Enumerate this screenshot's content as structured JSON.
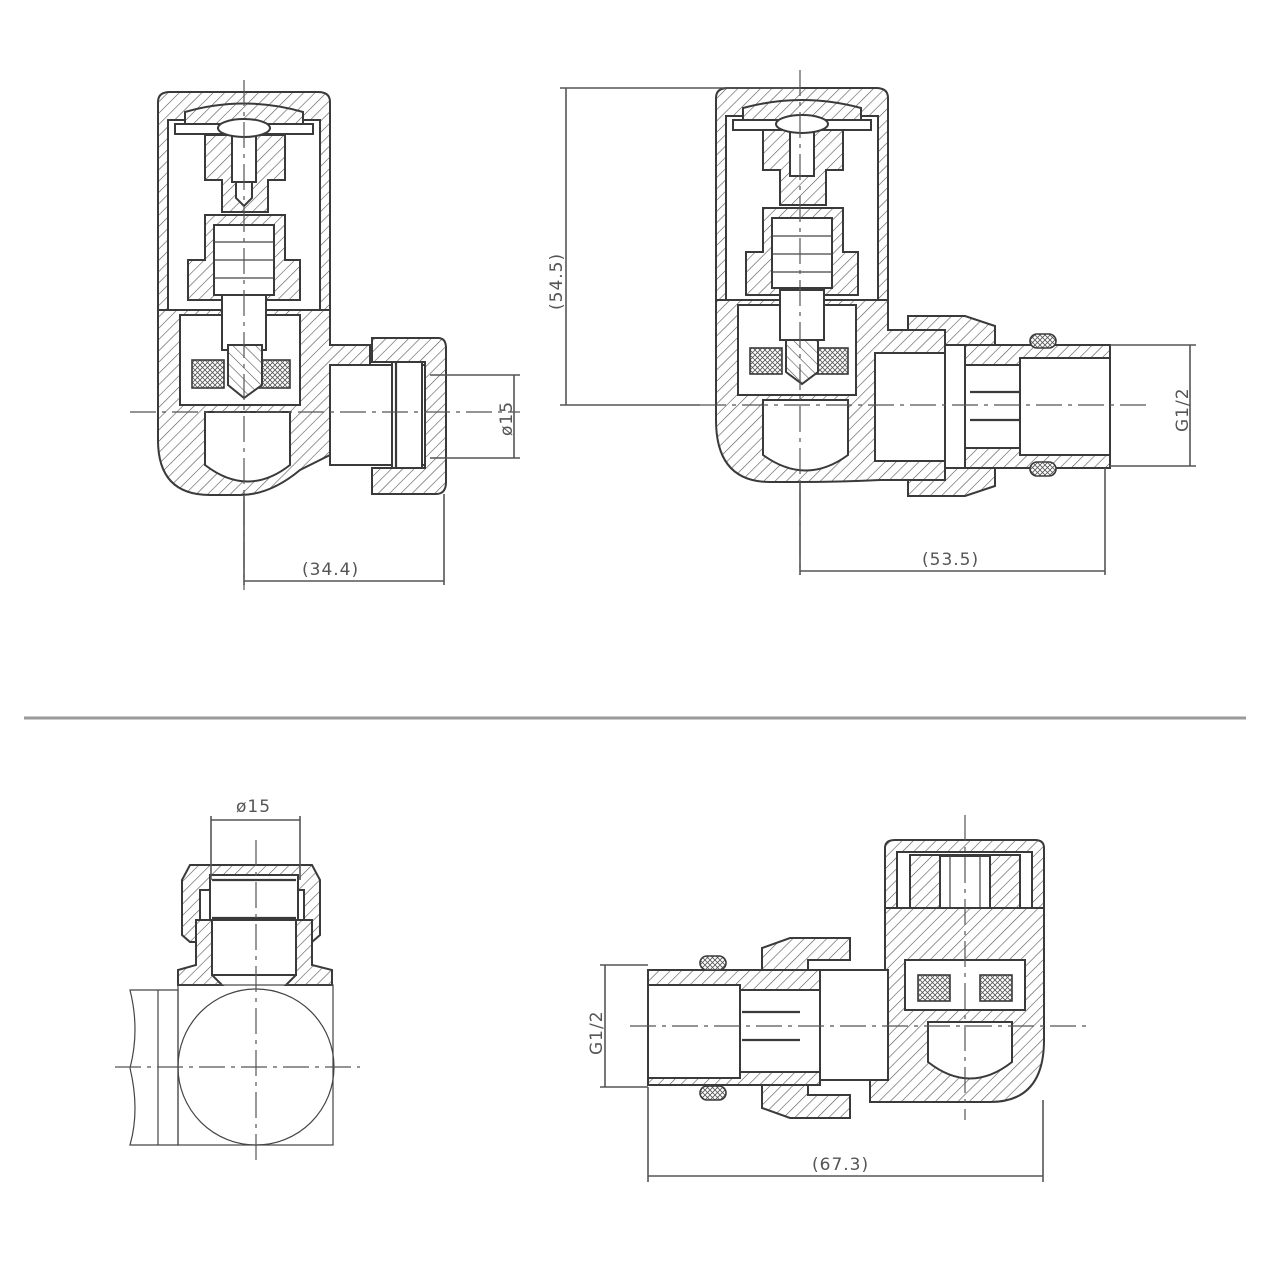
{
  "title": "Angled radiator valve technical drawing",
  "colors": {
    "line": "#3a3a3a",
    "dimension": "#555555",
    "separator": "#9a9a9a",
    "background": "#ffffff"
  },
  "views": [
    {
      "id": "top-left",
      "description": "Lockshield valve section, compression outlet",
      "dimensions": {
        "outlet_diameter": "ø15",
        "horizontal": "(34.4)"
      }
    },
    {
      "id": "top-right",
      "description": "Valve section with tail connector",
      "dimensions": {
        "height": "(54.5)",
        "thread": "G1/2",
        "horizontal": "(53.5)"
      }
    },
    {
      "id": "bottom-left",
      "description": "Side view of valve body, compression outlet",
      "dimensions": {
        "outlet_diameter": "ø15"
      }
    },
    {
      "id": "bottom-right",
      "description": "Mirrored valve section with tail connector",
      "dimensions": {
        "thread": "G1/2",
        "overall_length": "(67.3)"
      }
    }
  ]
}
